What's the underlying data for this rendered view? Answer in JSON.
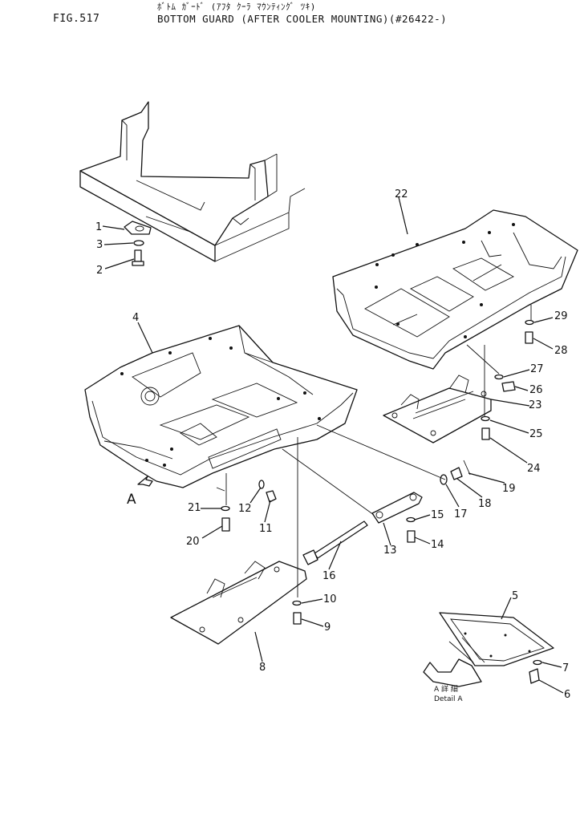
{
  "header": {
    "figure_no": "FIG.517",
    "title_kana": "ﾎﾞﾄﾑ ｶﾞｰﾄﾞ (ｱﾌﾀ ｸｰﾗ ﾏｳﾝﾃｨﾝｸﾞ ﾂｷ)",
    "title": "BOTTOM GUARD (AFTER COOLER MOUNTING)(#26422-)"
  },
  "callouts": [
    "1",
    "2",
    "3",
    "4",
    "5",
    "6",
    "7",
    "8",
    "9",
    "10",
    "11",
    "12",
    "13",
    "14",
    "15",
    "16",
    "17",
    "18",
    "19",
    "20",
    "21",
    "22",
    "23",
    "24",
    "25",
    "26",
    "27",
    "28",
    "29"
  ],
  "view_marker": "A",
  "detail": {
    "kana": "A 詳 細",
    "label": "Detail A"
  }
}
